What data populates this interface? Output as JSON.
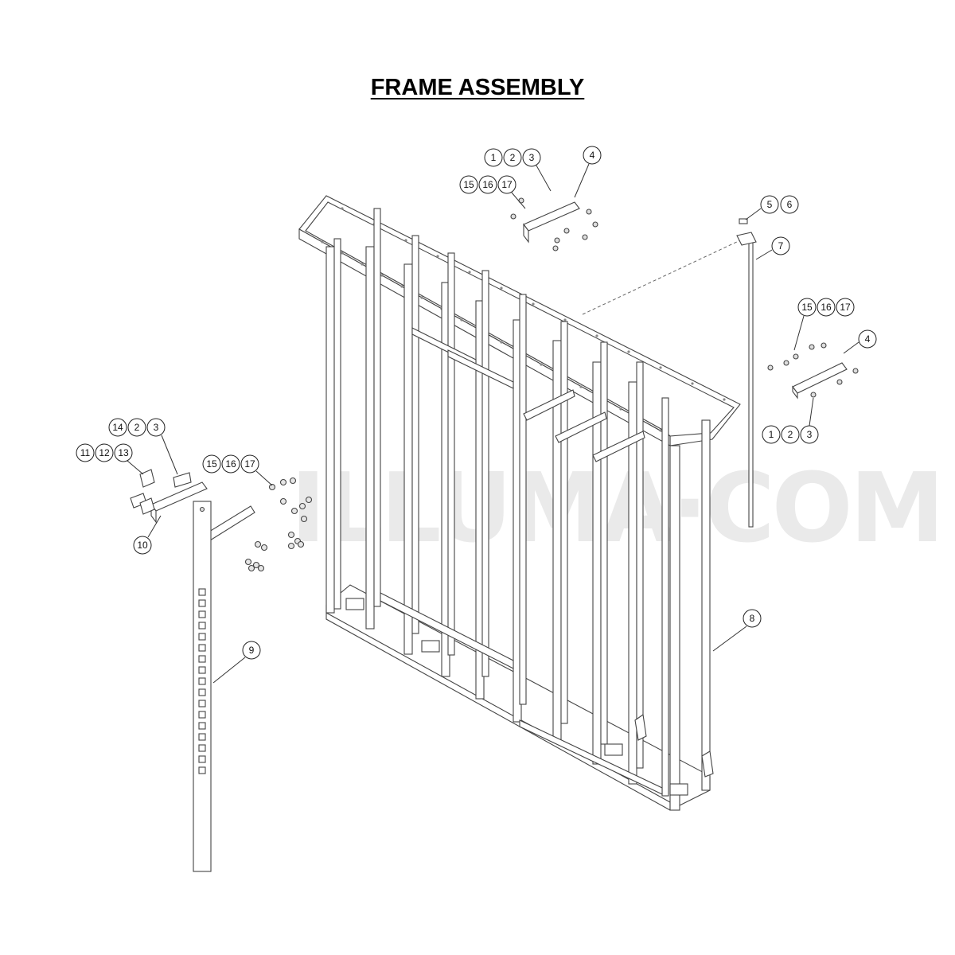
{
  "title": "FRAME ASSEMBLY",
  "watermark": "ILLUMA·COM",
  "callout_groups": [
    {
      "id": "top-left",
      "labels": [
        "1",
        "2",
        "3"
      ]
    },
    {
      "id": "top-left-b",
      "labels": [
        "15",
        "16",
        "17"
      ]
    },
    {
      "id": "top-4",
      "labels": [
        "4"
      ]
    },
    {
      "id": "top-right",
      "labels": [
        "5",
        "6"
      ]
    },
    {
      "id": "rod",
      "labels": [
        "7"
      ]
    },
    {
      "id": "right-a",
      "labels": [
        "15",
        "16",
        "17"
      ]
    },
    {
      "id": "right-4",
      "labels": [
        "4"
      ]
    },
    {
      "id": "right-b",
      "labels": [
        "1",
        "2",
        "3"
      ]
    },
    {
      "id": "left-a",
      "labels": [
        "14",
        "2",
        "3"
      ]
    },
    {
      "id": "left-b",
      "labels": [
        "11",
        "12",
        "13"
      ]
    },
    {
      "id": "left-c",
      "labels": [
        "15",
        "16",
        "17"
      ]
    },
    {
      "id": "left-10",
      "labels": [
        "10"
      ]
    },
    {
      "id": "frame",
      "labels": [
        "8"
      ]
    },
    {
      "id": "standard",
      "labels": [
        "9"
      ]
    }
  ]
}
